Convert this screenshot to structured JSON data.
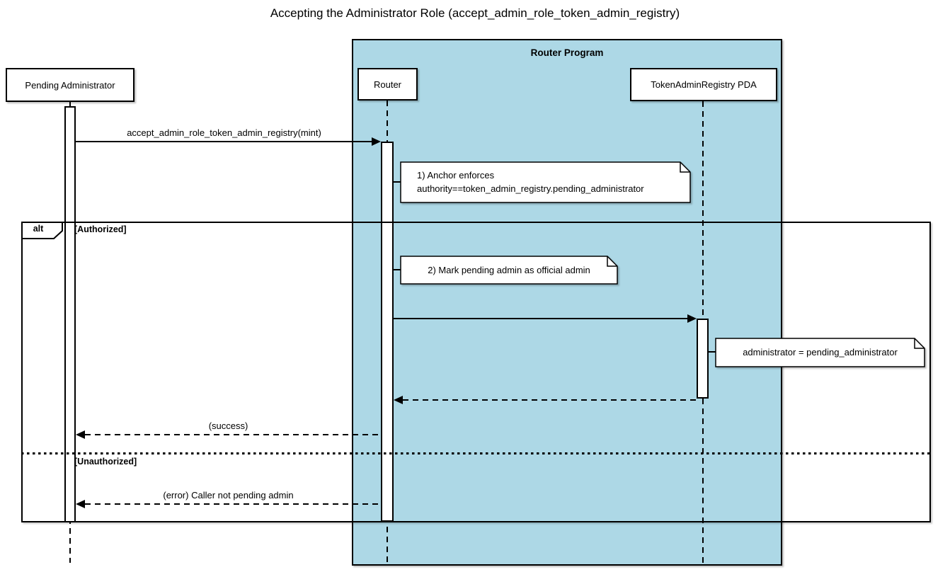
{
  "title": "Accepting the Administrator Role (accept_admin_role_token_admin_registry)",
  "container": {
    "label": "Router Program"
  },
  "participants": {
    "pending_admin": "Pending Administrator",
    "router": "Router",
    "registry_pda": "TokenAdminRegistry PDA"
  },
  "messages": {
    "call": "accept_admin_role_token_admin_registry(mint)",
    "success_return": "(success)",
    "error_return": "(error) Caller not pending admin"
  },
  "notes": {
    "anchor_enforces": {
      "line1": "1) Anchor enforces",
      "line2": "authority==token_admin_registry.pending_administrator"
    },
    "mark_admin": {
      "line1": "2) Mark pending admin as official admin"
    },
    "set_admin": {
      "line1": "administrator = pending_administrator"
    }
  },
  "alt_frame": {
    "operator": "alt",
    "guard_authorized": "[Authorized]",
    "guard_unauthorized": "[Unauthorized]"
  },
  "colors": {
    "program_fill": "#ADD8E6",
    "box_fill": "#FFFFFF",
    "line": "#000000"
  }
}
